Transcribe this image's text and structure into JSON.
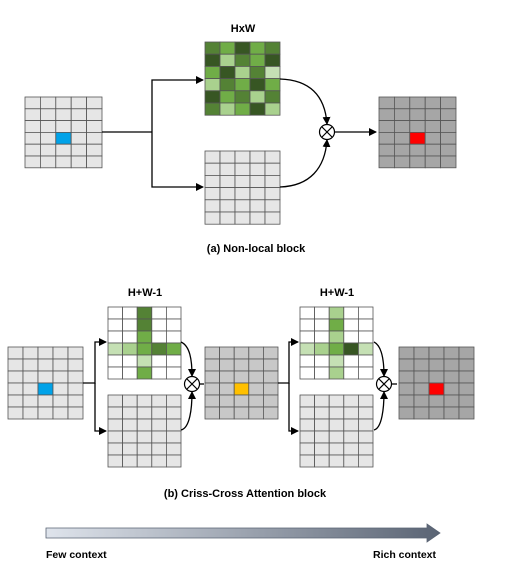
{
  "colors": {
    "light_gray": "#e6e6e6",
    "mid_gray": "#c8c8c8",
    "dark_gray": "#a6a6a6",
    "grid_line": "#555555",
    "blue": "#00a2e8",
    "yellow": "#ffc000",
    "red": "#ff0000",
    "green_pale": "#c5e0b4",
    "green_light": "#a9d18e",
    "green_mid": "#70ad47",
    "green_dark": "#548235",
    "green_darkest": "#375623",
    "arrow": "#000000"
  },
  "nonlocal": {
    "title": "(a) Non-local block",
    "attention_label": "HxW",
    "attention_pattern": [
      [
        3,
        2,
        4,
        2,
        3
      ],
      [
        4,
        1,
        3,
        2,
        4
      ],
      [
        2,
        4,
        1,
        3,
        0
      ],
      [
        1,
        3,
        2,
        4,
        2
      ],
      [
        4,
        2,
        3,
        1,
        3
      ],
      [
        3,
        1,
        2,
        4,
        1
      ]
    ]
  },
  "cca": {
    "title": "(b) Criss-Cross Attention block",
    "attention_label_1": "H+W-1",
    "attention_label_2": "H+W-1",
    "row1_levels": [
      0,
      1,
      2,
      3,
      2
    ],
    "col1_levels": [
      3,
      3,
      2,
      3,
      0,
      2
    ],
    "row2_levels": [
      0,
      1,
      2,
      4,
      0
    ],
    "col2_levels": [
      1,
      2,
      1,
      3,
      0,
      1
    ]
  },
  "context": {
    "start_label": "Few context",
    "end_label": "Rich context"
  }
}
